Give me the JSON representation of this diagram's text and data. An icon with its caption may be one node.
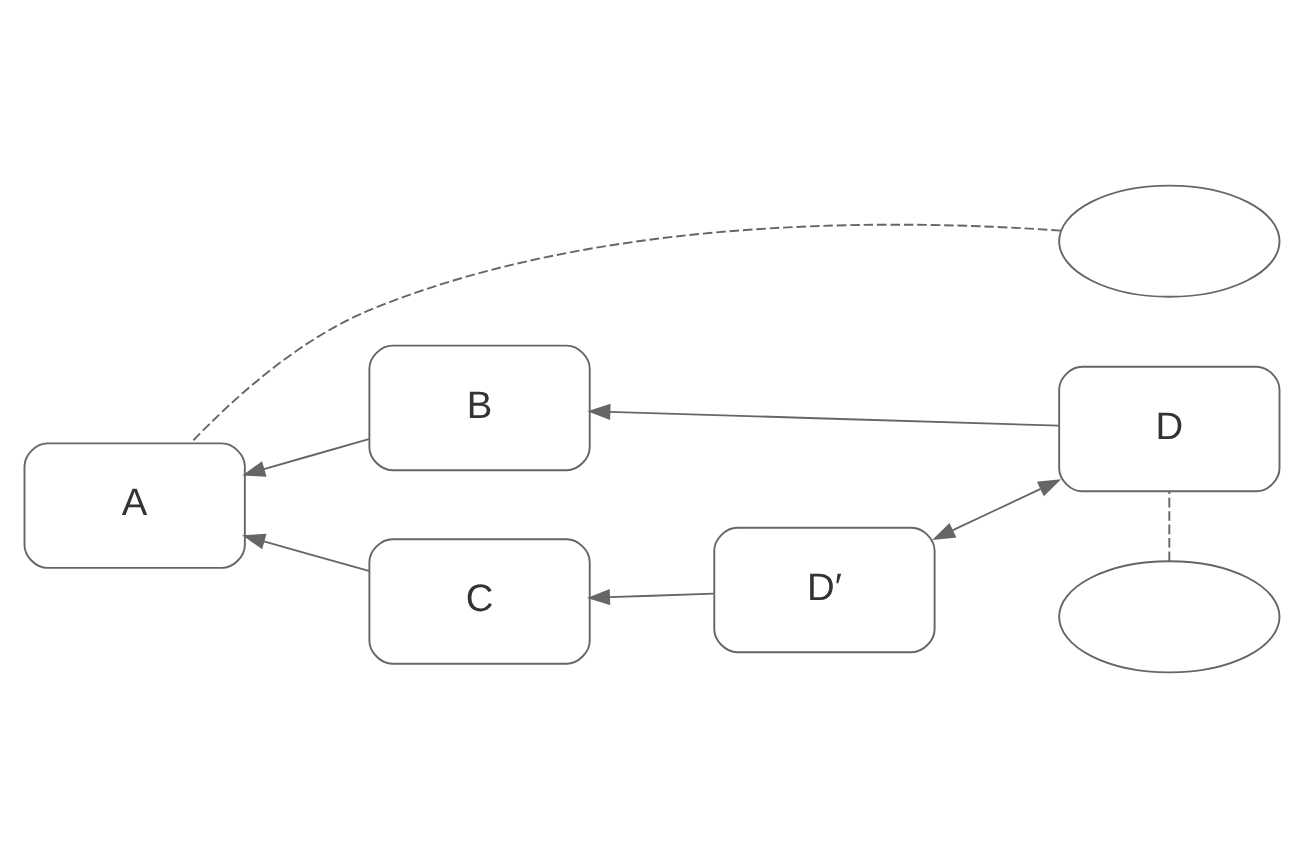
{
  "diagram": {
    "nodes": [
      {
        "text": [],
        "shape": "cloud"
      },
      {
        "text": [],
        "shape": "cloud"
      },
      {
        "text": [
          "B"
        ]
      },
      {
        "text": [
          "D"
        ]
      },
      {
        "text": [
          "A"
        ]
      },
      {
        "text": [
          "C"
        ]
      },
      {
        "text": [
          "D′"
        ]
      }
    ],
    "edges": [
      {
        "from": 0,
        "to": 4,
        "arrow": "none",
        "style": "dashed"
      },
      {
        "from": 1,
        "to": 3,
        "arrow": "none",
        "style": "dashed"
      },
      {
        "from": 2,
        "to": 4,
        "arrow": "to"
      },
      {
        "from": 3,
        "to": 2,
        "arrow": "to"
      },
      {
        "from": 5,
        "to": 4,
        "arrow": "to"
      },
      {
        "from": 6,
        "to": 5,
        "arrow": "to"
      },
      {
        "from": 3,
        "to": 6,
        "arrow": "both"
      }
    ]
  }
}
